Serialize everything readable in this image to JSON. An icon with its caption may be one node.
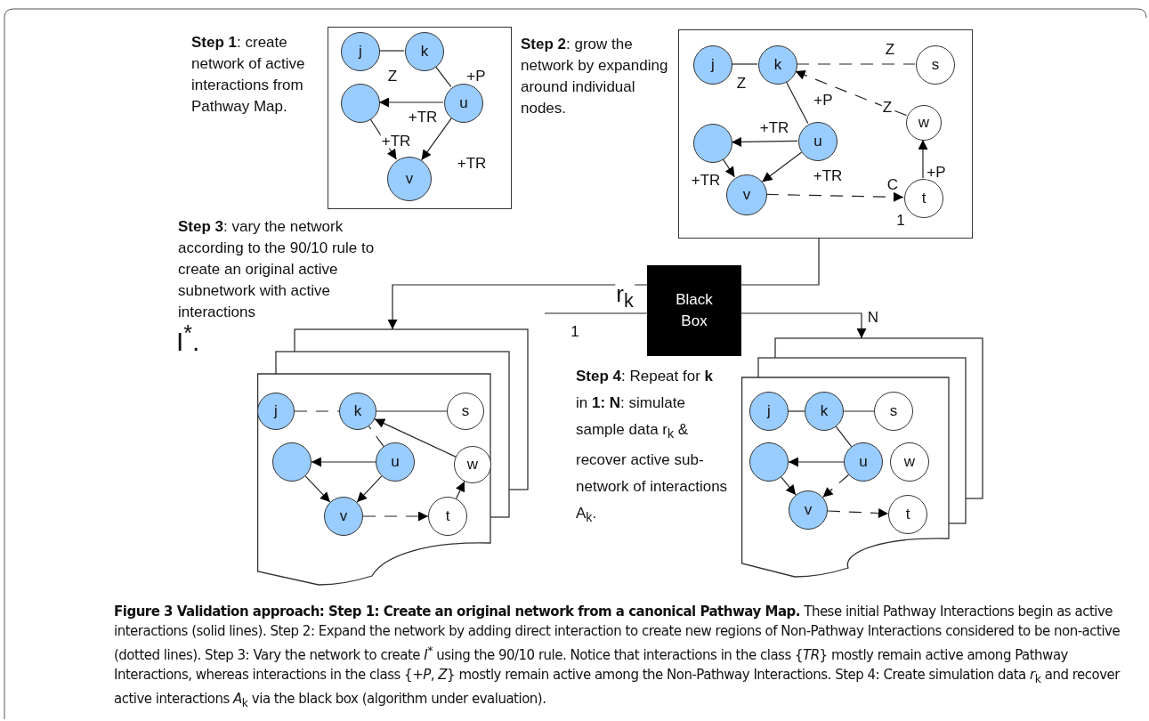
{
  "diagram": {
    "caption": "**Figure 3 Validation approach: Step 1: Create an original network from a canonical Pathway Map.** These initial Pathway Interactions begin as active interactions (solid lines). Step 2: Expand the network by adding direct interaction to create new regions of Non-Pathway Interactions considered to be non-active (dotted lines). Step 3: Vary the network to create *I*$^{*}$ using the 90/10 rule. Notice that interactions in the class {*TR*} mostly remain active among Pathway Interactions, whereas interactions in the class {+*P*, *Z*} mostly remain active among the Non-Pathway Interactions. Step 4: Create simulation data *r*$_{k}$ and recover active interactions *A*$_{k}$ via the black box (algorithm under evaluation).",
    "nodes": [
      {
        "text": [],
        "shape": "box"
      },
      {
        "text": [
          "j"
        ],
        "in": 0
      },
      {
        "text": [
          "k"
        ],
        "in": 0
      },
      {
        "text": [],
        "shape": "circle",
        "in": 0
      },
      {
        "text": [
          "u"
        ],
        "in": 0
      },
      {
        "text": [
          "v"
        ],
        "in": 0
      },
      {
        "text": [],
        "shape": "box"
      },
      {
        "text": [
          "j"
        ],
        "in": 6
      },
      {
        "text": [
          "k"
        ],
        "in": 6
      },
      {
        "text": [],
        "shape": "circle",
        "in": 6
      },
      {
        "text": [
          "u"
        ],
        "in": 6
      },
      {
        "text": [
          "v"
        ],
        "in": 6
      },
      {
        "text": [
          "s"
        ],
        "in": 6
      },
      {
        "text": [
          "w"
        ],
        "in": 6
      },
      {
        "text": [
          "t"
        ],
        "in": 6,
        "beside": [
          "1"
        ]
      },
      {
        "text": [
          "Black Box"
        ]
      },
      {
        "text": [],
        "shape": "document"
      },
      {
        "text": [
          "j"
        ],
        "in": 16
      },
      {
        "text": [
          "k"
        ],
        "in": 16
      },
      {
        "text": [
          "s"
        ],
        "in": 16
      },
      {
        "text": [],
        "shape": "circle",
        "in": 16
      },
      {
        "text": [
          "u"
        ],
        "in": 16
      },
      {
        "text": [
          "w"
        ],
        "in": 16
      },
      {
        "text": [
          "v"
        ],
        "in": 16
      },
      {
        "text": [
          "t"
        ],
        "in": 16
      },
      {
        "text": [],
        "shape": "document"
      },
      {
        "text": [
          "j"
        ],
        "in": 25
      },
      {
        "text": [
          "k"
        ],
        "in": 25
      },
      {
        "text": [
          "s"
        ],
        "in": 25
      },
      {
        "text": [],
        "shape": "circle",
        "in": 25
      },
      {
        "text": [
          "u"
        ],
        "in": 25
      },
      {
        "text": [
          "w"
        ],
        "in": 25
      },
      {
        "text": [
          "v"
        ],
        "in": 25
      },
      {
        "text": [
          "t"
        ],
        "in": 25
      }
    ],
    "edges": [
      {
        "from": 1,
        "to": 2,
        "arrow": "none",
        "label": "Z"
      },
      {
        "from": 2,
        "to": 4,
        "arrow": "none",
        "label": "+P"
      },
      {
        "from": 4,
        "to": 3,
        "arrow": "to",
        "label": "+TR"
      },
      {
        "from": 3,
        "to": 5,
        "arrow": "to",
        "label": "+TR"
      },
      {
        "from": 4,
        "to": 5,
        "arrow": "to",
        "label": "+TR"
      },
      {
        "from": 7,
        "to": 8,
        "arrow": "none",
        "label": "Z"
      },
      {
        "from": 8,
        "to": 12,
        "arrow": "none",
        "label": "Z",
        "style": "dashed"
      },
      {
        "from": 13,
        "to": 8,
        "arrow": "to",
        "label": "Z",
        "style": "dashed"
      },
      {
        "from": 10,
        "to": 8,
        "arrow": "none",
        "label": "+P"
      },
      {
        "from": 10,
        "to": 9,
        "arrow": "to",
        "label": "+TR"
      },
      {
        "from": 9,
        "to": 11,
        "arrow": "to",
        "label": "+TR"
      },
      {
        "from": 10,
        "to": 11,
        "arrow": "to",
        "label": "+TR"
      },
      {
        "from": 11,
        "to": 14,
        "arrow": "to",
        "label": "C",
        "style": "dashed"
      },
      {
        "from": 14,
        "to": 13,
        "arrow": "to",
        "label": "+P"
      },
      {
        "from": 17,
        "to": 18,
        "arrow": "none",
        "style": "dashed"
      },
      {
        "from": 18,
        "to": 19,
        "arrow": "none"
      },
      {
        "from": 22,
        "to": 18,
        "arrow": "to"
      },
      {
        "from": 21,
        "to": 18,
        "arrow": "none",
        "style": "dashed"
      },
      {
        "from": 21,
        "to": 20,
        "arrow": "to"
      },
      {
        "from": 20,
        "to": 23,
        "arrow": "to"
      },
      {
        "from": 21,
        "to": 23,
        "arrow": "to"
      },
      {
        "from": 23,
        "to": 24,
        "arrow": "to",
        "style": "dashed"
      },
      {
        "from": 24,
        "to": 22,
        "arrow": "to"
      },
      {
        "from": 26,
        "to": 27,
        "arrow": "none"
      },
      {
        "from": 27,
        "to": 28,
        "arrow": "none"
      },
      {
        "from": 27,
        "to": 30,
        "arrow": "none"
      },
      {
        "from": 30,
        "to": 29,
        "arrow": "to"
      },
      {
        "from": 29,
        "to": 32,
        "arrow": "to"
      },
      {
        "from": 30,
        "to": 32,
        "arrow": "to",
        "style": "dashed"
      },
      {
        "from": 32,
        "to": 33,
        "arrow": "to",
        "style": "dashed"
      },
      {
        "from": 6,
        "to": 15,
        "arrow": "none"
      },
      {
        "from": 15,
        "to": 16,
        "arrow": "to",
        "label": "r$_{k}$"
      },
      {
        "from": 15,
        "to": null,
        "arrow": "none",
        "label": "1"
      },
      {
        "from": 15,
        "to": 25,
        "arrow": "to",
        "label": "N"
      }
    ],
    "labels": [
      "**Step 1**: create network of active interactions from Pathway Map.",
      "**Step 2**: grow the network by expanding around individual nodes.",
      "**Step 3**: vary the network according to the 90/10 rule to create an original active subnetwork with active interactions",
      "I$^{*}$.",
      "**Step 4**: Repeat for **k** in **1: N**: simulate sample data r$_{k}$ & recover active sub-network of interactions A$_{k}$."
    ]
  }
}
